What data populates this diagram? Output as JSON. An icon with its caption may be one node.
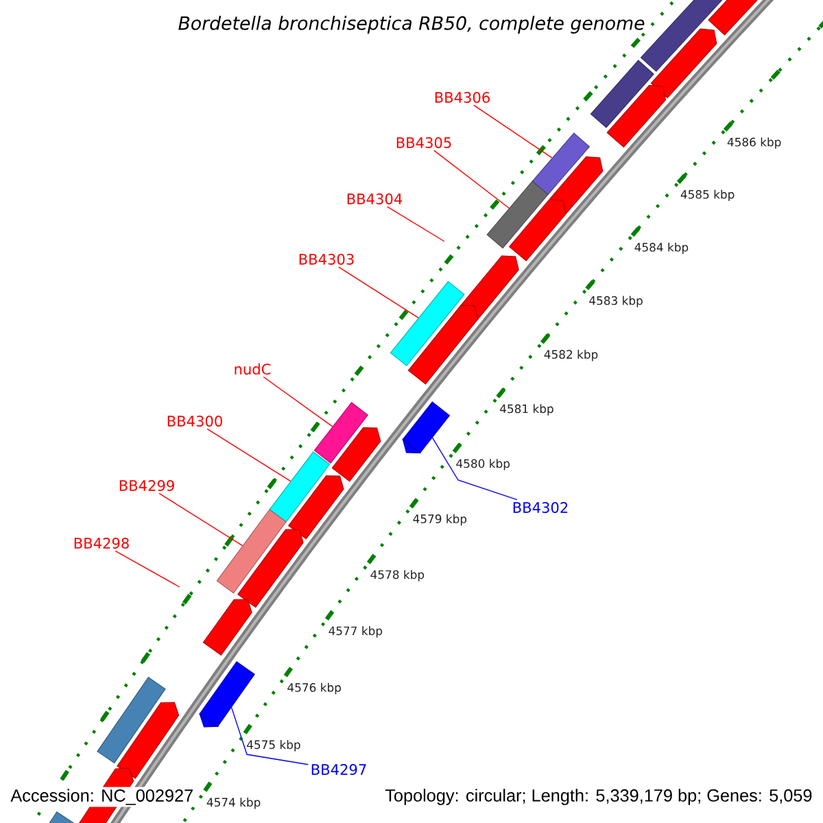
{
  "diagram": {
    "title": "Bordetella bronchiseptica RB50, complete genome",
    "nodes": [
      {
        "text": [
          "BB4306"
        ]
      },
      {
        "text": [],
        "shape": "bar"
      },
      {
        "text": [
          "BB4305"
        ]
      },
      {
        "text": [],
        "shape": "bar"
      },
      {
        "text": [
          "BB4304"
        ]
      },
      {
        "text": [
          "BB4303"
        ]
      },
      {
        "text": [],
        "shape": "bar"
      },
      {
        "text": [
          "nudC"
        ]
      },
      {
        "text": [],
        "shape": "bar"
      },
      {
        "text": [
          "BB4300"
        ]
      },
      {
        "text": [],
        "shape": "bar"
      },
      {
        "text": [
          "BB4299"
        ]
      },
      {
        "text": [],
        "shape": "bar"
      },
      {
        "text": [
          "BB4298"
        ]
      },
      {
        "text": [
          "BB4302"
        ]
      },
      {
        "text": [],
        "shape": "bar"
      },
      {
        "text": [
          "BB4297"
        ]
      },
      {
        "text": [],
        "shape": "bar"
      }
    ],
    "edges": [
      {
        "from": 0,
        "to": 1,
        "arrow": "none"
      },
      {
        "from": 2,
        "to": 3,
        "arrow": "none"
      },
      {
        "from": 4,
        "to": null,
        "arrow": "none"
      },
      {
        "from": 5,
        "to": 6,
        "arrow": "none"
      },
      {
        "from": 7,
        "to": 8,
        "arrow": "none"
      },
      {
        "from": 9,
        "to": 10,
        "arrow": "none"
      },
      {
        "from": 11,
        "to": 12,
        "arrow": "none"
      },
      {
        "from": 13,
        "to": null,
        "arrow": "none"
      },
      {
        "from": 14,
        "to": 15,
        "arrow": "none",
        "color": "#0000ff"
      },
      {
        "from": 16,
        "to": 17,
        "arrow": "none",
        "color": "#0000ff"
      }
    ],
    "labels": [
      "4586 kbp",
      "4585 kbp",
      "4584 kbp",
      "4583 kbp",
      "4582 kbp",
      "4581 kbp",
      "4580 kbp",
      "4579 kbp",
      "4578 kbp",
      "4577 kbp",
      "4576 kbp",
      "4575 kbp",
      "4574 kbp",
      "Accession: NC_002927",
      "Topology: circular; Length: 5,339,179 bp; Genes: 5,059"
    ]
  }
}
